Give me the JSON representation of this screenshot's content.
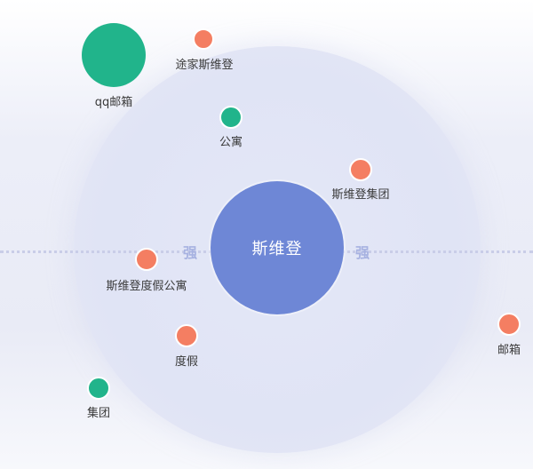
{
  "center": {
    "label": "斯维登"
  },
  "strength_left": "强",
  "strength_right": "强",
  "nodes": {
    "qq_mail": {
      "label": "qq邮箱"
    },
    "tujia_sweden": {
      "label": "途家斯维登"
    },
    "apartment": {
      "label": "公寓"
    },
    "sweden_group": {
      "label": "斯维登集团"
    },
    "sweden_resort_apartment": {
      "label": "斯维登度假公寓"
    },
    "resort": {
      "label": "度假"
    },
    "mailbox": {
      "label": "邮箱"
    },
    "group": {
      "label": "集团"
    }
  },
  "colors": {
    "center": "#6e87d6",
    "green": "#21b48b",
    "red": "#f47e62",
    "axis": "#c9cde8"
  }
}
